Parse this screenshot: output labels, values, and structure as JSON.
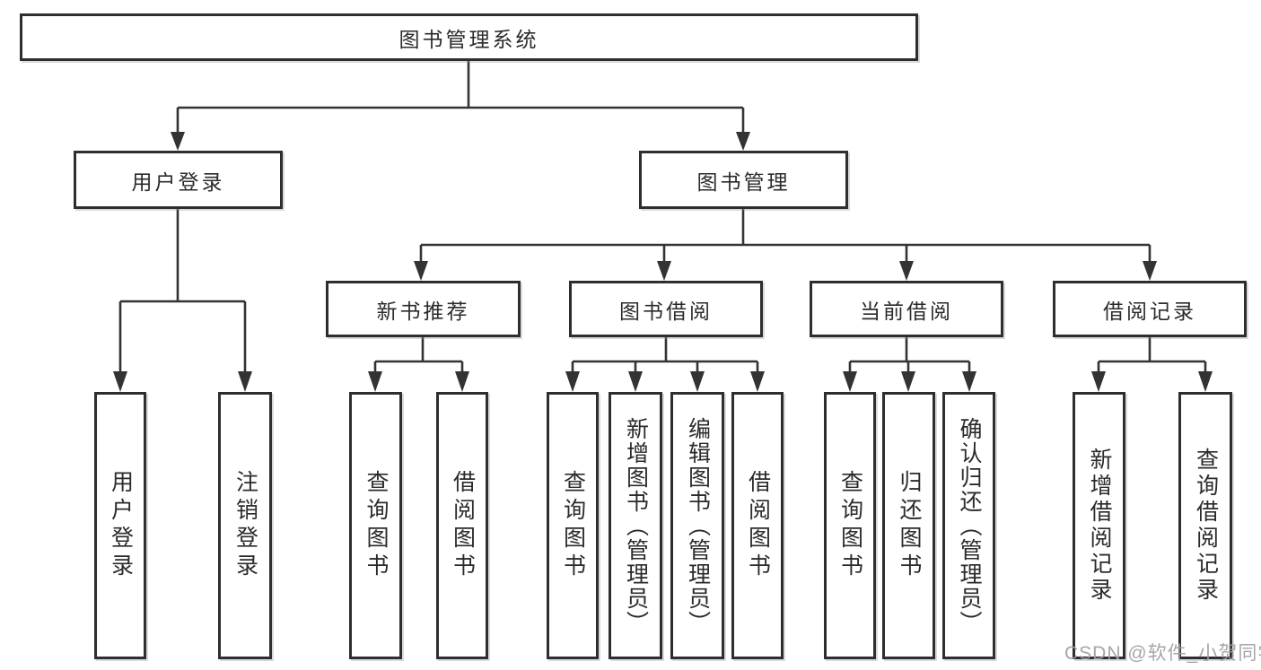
{
  "tree": {
    "label": "图书管理系统",
    "children": [
      {
        "label": "用户登录",
        "children": [
          {
            "label": "用户登录"
          },
          {
            "label": "注销登录"
          }
        ]
      },
      {
        "label": "图书管理",
        "children": [
          {
            "label": "新书推荐",
            "children": [
              {
                "label": "查询图书"
              },
              {
                "label": "借阅图书"
              }
            ]
          },
          {
            "label": "图书借阅",
            "children": [
              {
                "label": "查询图书"
              },
              {
                "label": "新增图书（管理员）"
              },
              {
                "label": "编辑图书（管理员）"
              },
              {
                "label": "借阅图书"
              }
            ]
          },
          {
            "label": "当前借阅",
            "children": [
              {
                "label": "查询图书"
              },
              {
                "label": "归还图书"
              },
              {
                "label": "确认归还（管理员）"
              }
            ]
          },
          {
            "label": "借阅记录",
            "children": [
              {
                "label": "新增借阅记录"
              },
              {
                "label": "查询借阅记录"
              }
            ]
          }
        ]
      }
    ]
  },
  "watermark": "CSDN @软件_小贺同学",
  "colors": {
    "line": "#333333",
    "box_border": "#2e2e2e",
    "text": "#2b2b2b",
    "watermark": "#9e9e9e",
    "background": "#ffffff"
  }
}
